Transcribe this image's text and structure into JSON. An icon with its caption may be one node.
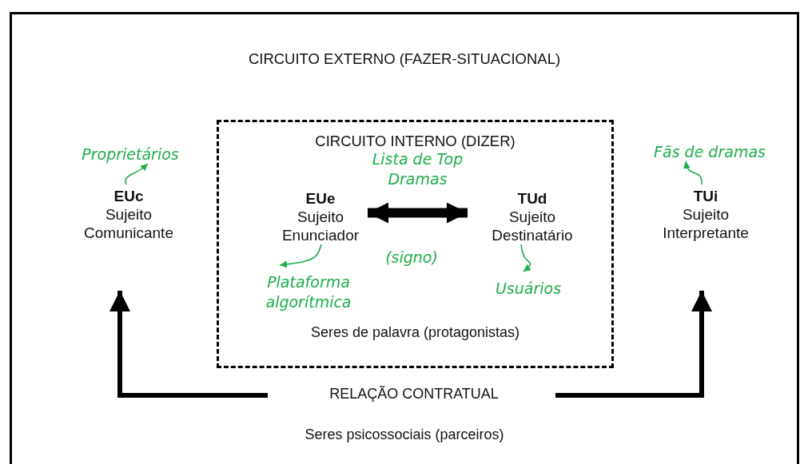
{
  "diagram": {
    "nodes": [
      {
        "text": [
          "CIRCUITO EXTERNO (FAZER-SITUACIONAL)",
          "Seres psicossociais (parceiros)"
        ]
      },
      {
        "text": [
          "CIRCUITO INTERNO (DIZER)",
          "Seres de palavra (protagonistas)"
        ],
        "in": 0
      },
      {
        "text": [
          "EUc",
          "Sujeito Comunicante"
        ],
        "in": 0
      },
      {
        "text": [
          "Proprietários"
        ],
        "in": 0
      },
      {
        "text": [
          "EUe",
          "Sujeito Enunciador"
        ],
        "in": 1
      },
      {
        "text": [
          "Plataforma algorítmica"
        ],
        "in": 1
      },
      {
        "text": [
          "TUd",
          "Sujeito Destinatário"
        ],
        "in": 1
      },
      {
        "text": [
          "Usuários"
        ],
        "in": 1
      },
      {
        "text": [
          "TUi",
          "Sujeito Interpretante"
        ],
        "in": 0
      },
      {
        "text": [
          "Fãs de dramas"
        ],
        "in": 0
      },
      {
        "text": [
          "RELAÇÃO CONTRATUAL"
        ],
        "in": 0
      }
    ],
    "edges": [
      {
        "from": 2,
        "to": 3,
        "arrow": "to"
      },
      {
        "from": 4,
        "to": 5,
        "arrow": "to"
      },
      {
        "from": 6,
        "to": 7,
        "arrow": "to"
      },
      {
        "from": 8,
        "to": 9,
        "arrow": "to"
      },
      {
        "from": 4,
        "to": 6,
        "arrow": "both",
        "label": "Lista de Top Dramas",
        "style": "thick",
        "color": "#000000"
      },
      {
        "from": 10,
        "to": 2,
        "arrow": "to",
        "style": "thick",
        "color": "#000000"
      },
      {
        "from": 10,
        "to": 8,
        "arrow": "to",
        "style": "thick",
        "color": "#000000"
      }
    ],
    "labels": [
      "(signo)"
    ]
  }
}
